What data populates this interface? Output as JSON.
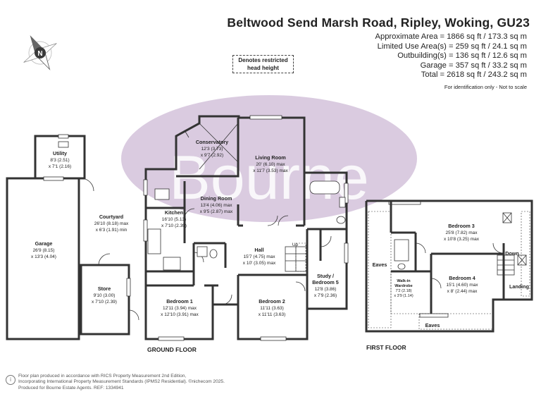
{
  "header": {
    "title": "Beltwood Send Marsh Road, Ripley, Woking, GU23",
    "areas": [
      "Approximate Area = 1866 sq ft / 173.3 sq m",
      "Limited Use Area(s) = 259 sq ft / 24.1 sq m",
      "Outbuilding(s) = 136 sq ft / 12.6 sq m",
      "Garage = 357 sq ft / 33.2 sq m",
      "Total = 2618 sq ft / 243.2 sq m"
    ],
    "note": "For identification only - Not to scale"
  },
  "compass": {
    "letter": "N"
  },
  "legend": {
    "restricted_line1": "Denotes restricted",
    "restricted_line2": "head height"
  },
  "watermark": {
    "text": "Bourne",
    "color": "#cdb9d6"
  },
  "colors": {
    "wall": "#333333",
    "watermark": "#cdb9d6",
    "text": "#222222"
  },
  "floors": {
    "ground": "GROUND FLOOR",
    "first": "FIRST FLOOR"
  },
  "rooms": {
    "utility": {
      "name": "Utility",
      "dim1": "8'3 (2.51)",
      "dim2": "x 7'1 (2.16)"
    },
    "garage": {
      "name": "Garage",
      "dim1": "26'9 (8.15)",
      "dim2": "x 13'3 (4.04)"
    },
    "courtyard": {
      "name": "Courtyard",
      "dim1": "26'10 (8.18) max",
      "dim2": "x 6'3 (1.91) min"
    },
    "store": {
      "name": "Store",
      "dim1": "9'10 (3.00)",
      "dim2": "x 7'10 (2.39)"
    },
    "conservatory": {
      "name": "Conservatory",
      "dim1": "12'3 (3.73)",
      "dim2": "x 9'7 (2.92)"
    },
    "living": {
      "name": "Living Room",
      "dim1": "20' (6.10) max",
      "dim2": "x 11'7 (3.53) max"
    },
    "kitchen": {
      "name": "Kitchen",
      "dim1": "16'10 (5.13)",
      "dim2": "x 7'10 (2.39)"
    },
    "dining": {
      "name": "Dining Room",
      "dim1": "13'4 (4.06) max",
      "dim2": "x 9'5 (2.87) max"
    },
    "hall": {
      "name": "Hall",
      "dim1": "15'7 (4.75) max",
      "dim2": "x 10' (3.05) max",
      "up": "Up"
    },
    "study": {
      "name": "Study /",
      "name2": "Bedroom 5",
      "dim1": "12'8 (3.86)",
      "dim2": "x 7'9 (2.36)"
    },
    "bedroom1": {
      "name": "Bedroom 1",
      "dim1": "12'11 (3.94) max",
      "dim2": "x 12'10 (3.91) max"
    },
    "bedroom2": {
      "name": "Bedroom 2",
      "dim1": "11'11 (3.63)",
      "dim2": "x 11'11 (3.63)"
    },
    "bedroom3": {
      "name": "Bedroom 3",
      "dim1": "25'8 (7.82) max",
      "dim2": "x 10'8 (3.25) max"
    },
    "bedroom4": {
      "name": "Bedroom 4",
      "dim1": "15'1 (4.60) max",
      "dim2": "x 8' (2.44) max"
    },
    "walkin": {
      "name": "Walk-in",
      "name2": "Wardrobe",
      "dim1": "7'2 (2.18)",
      "dim2": "x 3'9 (1.14)"
    },
    "eaves_left": {
      "name": "Eaves"
    },
    "eaves_bottom": {
      "name": "Eaves"
    },
    "down": {
      "name": "Down"
    },
    "landing": {
      "name": "Landing"
    }
  },
  "footer": {
    "line1": "Floor plan produced in accordance with RICS Property Measurement 2nd Edition,",
    "line2": "Incorporating International Property Measurement Standards (IPMS2 Residential).  ©nichecom 2025.",
    "line3": "Produced for Bourne Estate Agents.   REF:  1334941"
  }
}
